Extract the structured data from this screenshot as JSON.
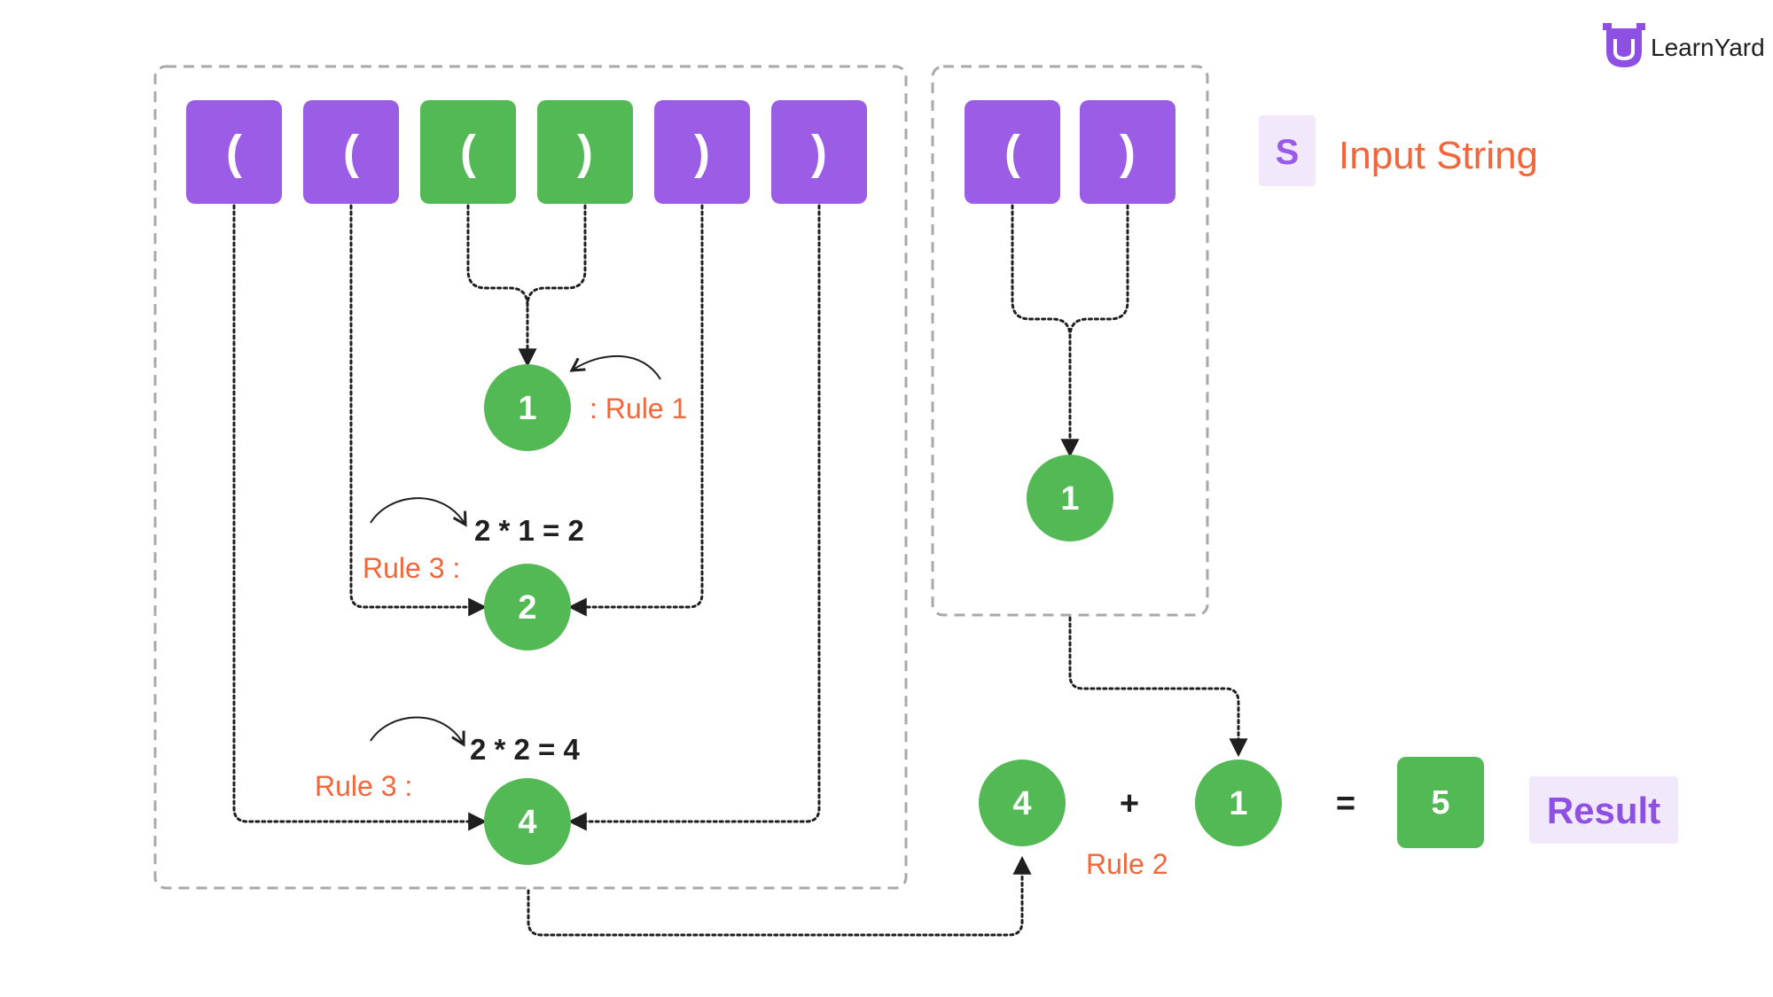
{
  "brand": {
    "name": "LearnYard"
  },
  "colors": {
    "open_tile": "#9b5de5",
    "matched_tile": "#52b954",
    "node": "#52b954",
    "accent_red": "#f2663a",
    "result_purple": "#8e4fe3",
    "legend_bg": "#f1e8fb"
  },
  "input_left": [
    "(",
    "(",
    "(",
    ")",
    ")",
    ")"
  ],
  "input_right": [
    "(",
    ")"
  ],
  "nodes": {
    "inner_pair": "1",
    "middle_pair": "2",
    "outer_pair": "4",
    "right_pair": "1"
  },
  "annotations": {
    "rule1": ": Rule 1",
    "rule3_a": "Rule 3 :",
    "rule3_b": "Rule 3 :",
    "eq_a": "2 * 1 = 2",
    "eq_b": "2 * 2 = 4",
    "rule2": "Rule 2"
  },
  "sum": {
    "left": "4",
    "plus": "+",
    "right": "1",
    "equals": "=",
    "result": "5"
  },
  "legend": {
    "s_badge": "S",
    "input_label": "Input String",
    "result_label": "Result"
  }
}
